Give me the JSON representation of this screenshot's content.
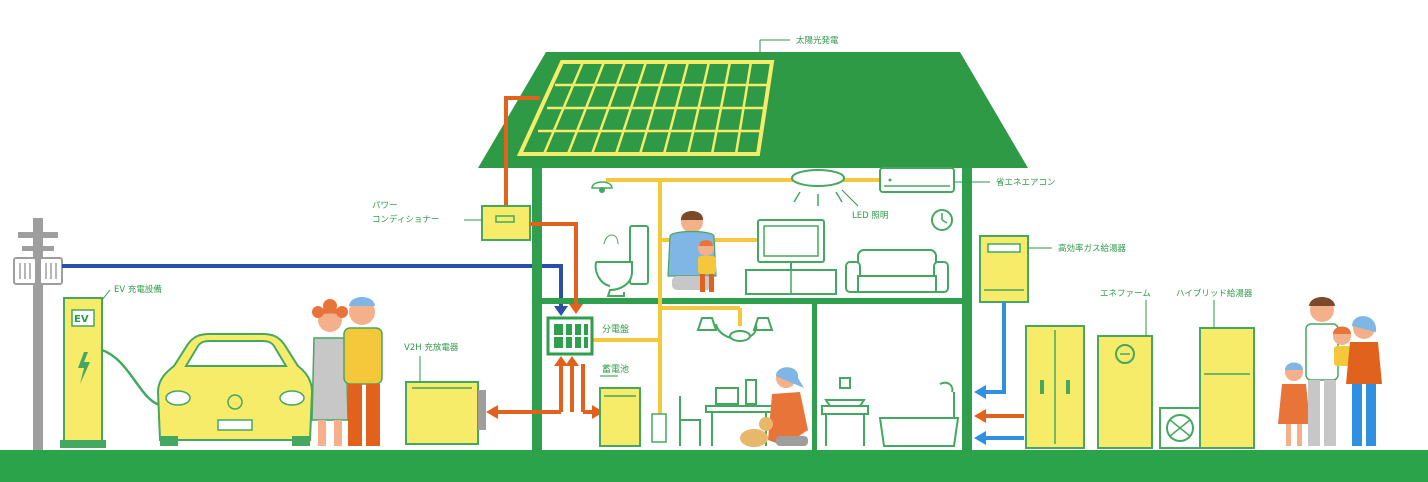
{
  "colors": {
    "green": "#2f9e4d",
    "roof": "#2e9a46",
    "yellow": "#f7ec6a",
    "yellow_line": "#f5c73a",
    "orange": "#e1621d",
    "blue_power": "#2b4fa8",
    "blue_water": "#2f8fe0",
    "line_green": "#44a860",
    "pole": "#9e9e9e",
    "ground": "#2aa34a"
  },
  "labels": {
    "solar": "太陽光発電",
    "power_conditioner_line1": "パワー",
    "power_conditioner_line2": "コンディショナー",
    "led": "LED 照明",
    "aircon": "省エネエアコン",
    "gas_heater": "高効率ガス給湯器",
    "ev_charger": "EV 充電設備",
    "v2h": "V2H 充放電器",
    "distribution_board": "分電盤",
    "battery": "蓄電池",
    "enefarm": "エネファーム",
    "hybrid_heater": "ハイブリッド給湯器",
    "ev_sign": "EV"
  }
}
